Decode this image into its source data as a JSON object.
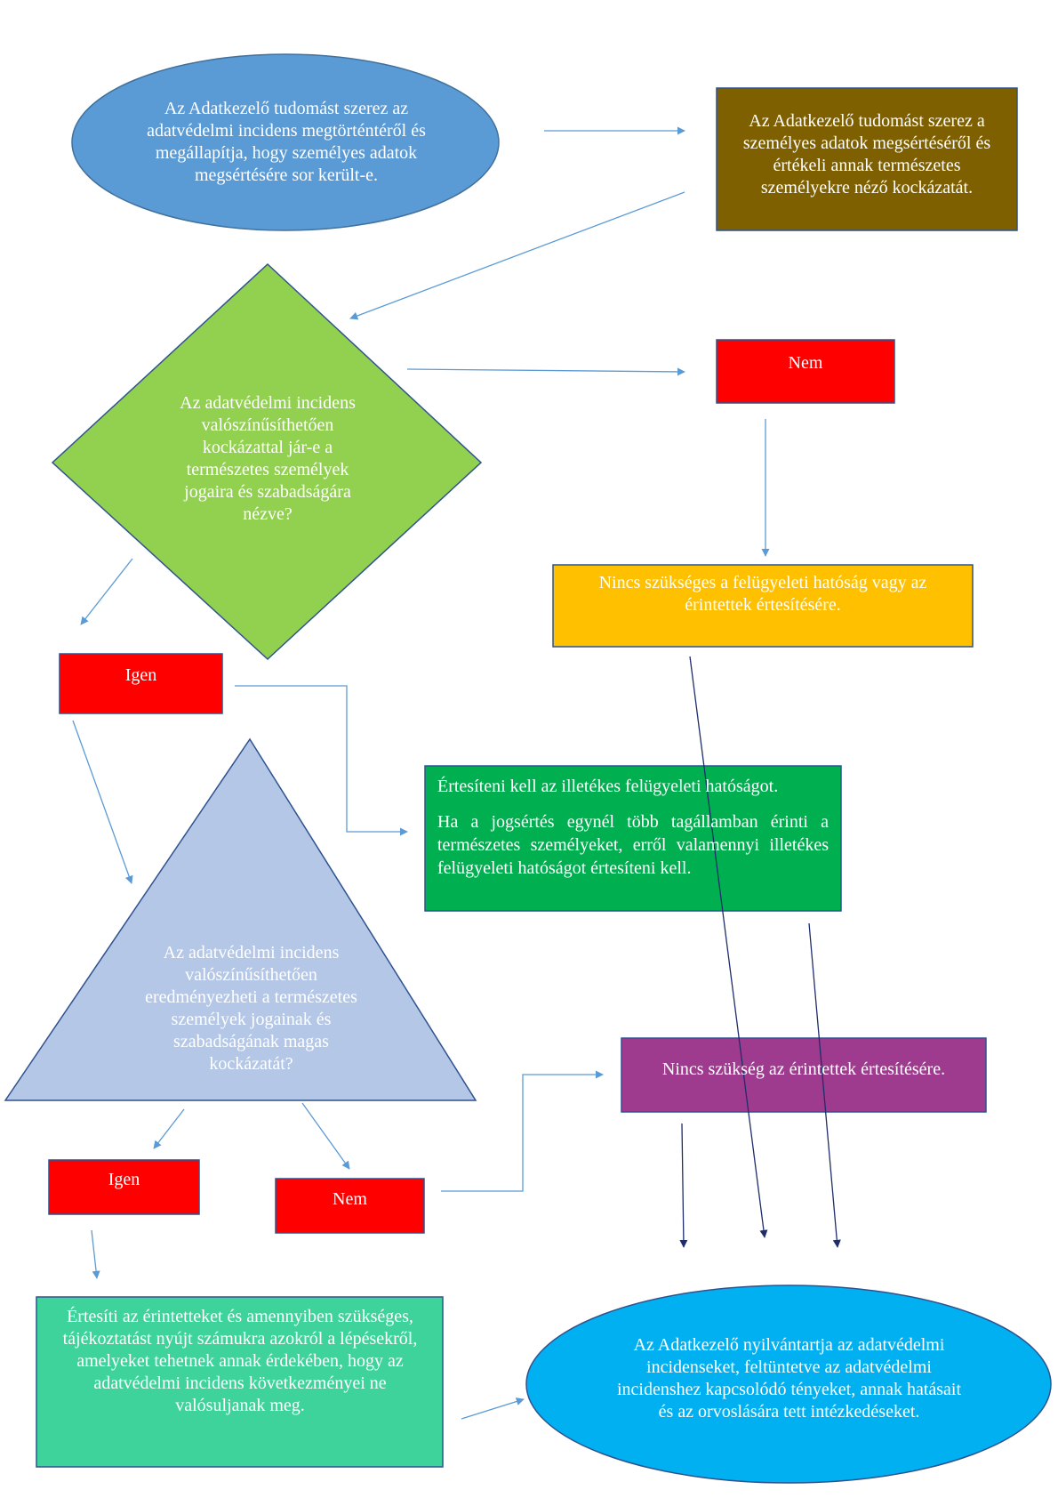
{
  "nodes": {
    "start": "Az Adatkezelő tudomást szerez az adatvédelmi incidens megtörténtéről és megállapítja, hogy személyes adatok megsértésére sor került-e.",
    "assess": "Az Adatkezelő tudomást szerez a személyes adatok megsértéséről és értékeli annak természetes személyekre néző kockázatát.",
    "decision_risk": "Az adatvédelmi incidens valószínűsíthetően kockázattal jár-e a természetes személyek jogaira és szabadságára nézve?",
    "no_1": "Nem",
    "no_notification_needed": "Nincs szükséges a felügyeleti hatóság vagy az érintettek értesítésére.",
    "yes_1": "Igen",
    "notify_authority_1": "Értesíteni kell az illetékes felügyeleti hatóságot.",
    "notify_authority_2": "Ha a jogsértés egynél több tagállamban érinti a természetes személyeket, erről valamennyi illetékes felügyeleti hatóságot értesíteni kell.",
    "decision_high_risk": "Az adatvédelmi incidens valószínűsíthetően eredményezheti a természetes személyek jogainak és szabadságának magas kockázatát?",
    "no_subject_notification": "Nincs szükség az érintettek értesítésére.",
    "yes_2": "Igen",
    "no_2": "Nem",
    "notify_subjects": "Értesíti az érintetteket és amennyiben szükséges, tájékoztatást nyújt számukra azokról a lépésekről, amelyeket tehetnek annak érdekében, hogy az adatvédelmi incidens következményei ne valósuljanak meg.",
    "register": "Az Adatkezelő nyilvántartja az adatvédelmi incidenseket, feltüntetve az adatvédelmi incidenshez kapcsolódó tényeket, annak hatásait és az orvoslására tett intézkedéseket."
  },
  "colors": {
    "start_ellipse": "#5b9bd5",
    "assess_box": "#7f6000",
    "decision_diamond": "#92d050",
    "no_yes_box": "#ff0000",
    "no_notification_box": "#ffc000",
    "authority_box": "#00b050",
    "triangle": "#b4c7e7",
    "subject_box": "#9e3b8e",
    "notify_subjects_box": "#3ed39b",
    "register_ellipse": "#00b0f0",
    "arrow_light": "#5b9bd5",
    "arrow_dark": "#1f2d6b"
  }
}
